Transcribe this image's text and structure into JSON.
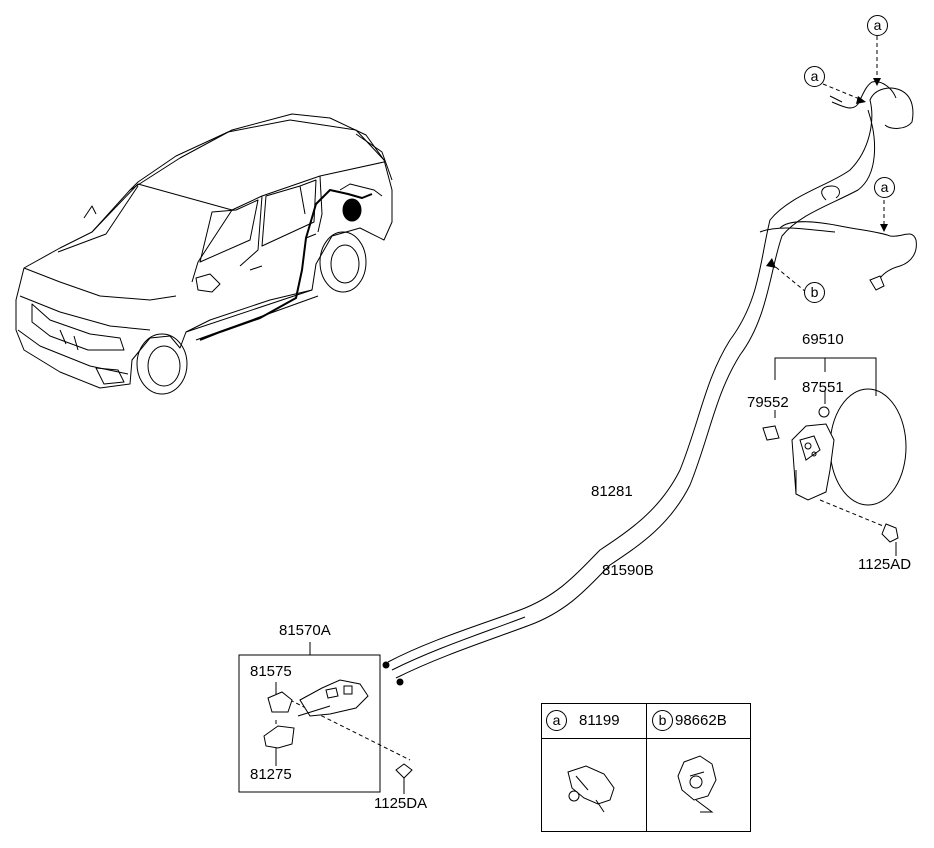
{
  "callouts": {
    "a": "a",
    "b": "b"
  },
  "parts": {
    "p69510": "69510",
    "p87551": "87551",
    "p79552": "79552",
    "p81281": "81281",
    "p81590B": "81590B",
    "p1125AD": "1125AD",
    "p81570A": "81570A",
    "p81575": "81575",
    "p81275": "81275",
    "p1125DA": "1125DA"
  },
  "legend": {
    "a_letter": "a",
    "a_part": "81199",
    "b_letter": "b",
    "b_part": "98662B"
  }
}
